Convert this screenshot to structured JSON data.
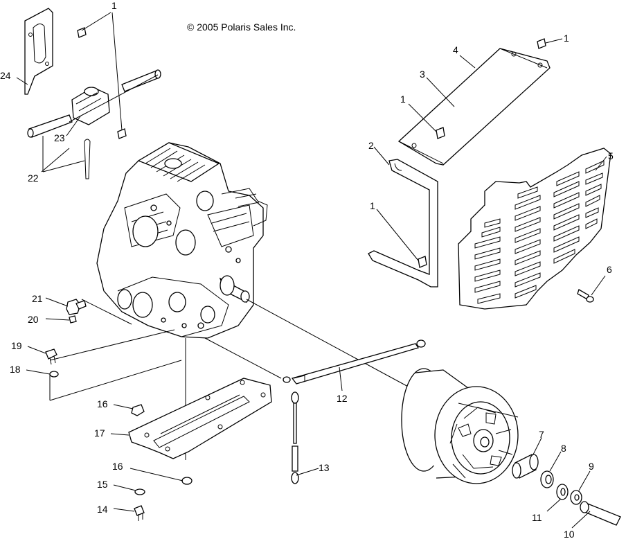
{
  "diagram": {
    "copyright": "© 2005 Polaris Sales Inc.",
    "callouts": [
      {
        "id": "c1a",
        "text": "1"
      },
      {
        "id": "c1b",
        "text": "1"
      },
      {
        "id": "c1c",
        "text": "1"
      },
      {
        "id": "c1d",
        "text": "1"
      },
      {
        "id": "c2",
        "text": "2"
      },
      {
        "id": "c3",
        "text": "3"
      },
      {
        "id": "c4",
        "text": "4"
      },
      {
        "id": "c5",
        "text": "5"
      },
      {
        "id": "c6",
        "text": "6"
      },
      {
        "id": "c7",
        "text": "7"
      },
      {
        "id": "c8",
        "text": "8"
      },
      {
        "id": "c9",
        "text": "9"
      },
      {
        "id": "c10",
        "text": "10"
      },
      {
        "id": "c11",
        "text": "11"
      },
      {
        "id": "c12",
        "text": "12"
      },
      {
        "id": "c13",
        "text": "13"
      },
      {
        "id": "c14",
        "text": "14"
      },
      {
        "id": "c15",
        "text": "15"
      },
      {
        "id": "c16a",
        "text": "16"
      },
      {
        "id": "c16b",
        "text": "16"
      },
      {
        "id": "c17",
        "text": "17"
      },
      {
        "id": "c18",
        "text": "18"
      },
      {
        "id": "c19",
        "text": "19"
      },
      {
        "id": "c20",
        "text": "20"
      },
      {
        "id": "c21",
        "text": "21"
      },
      {
        "id": "c22",
        "text": "22"
      },
      {
        "id": "c23",
        "text": "23"
      },
      {
        "id": "c24",
        "text": "24"
      }
    ]
  }
}
